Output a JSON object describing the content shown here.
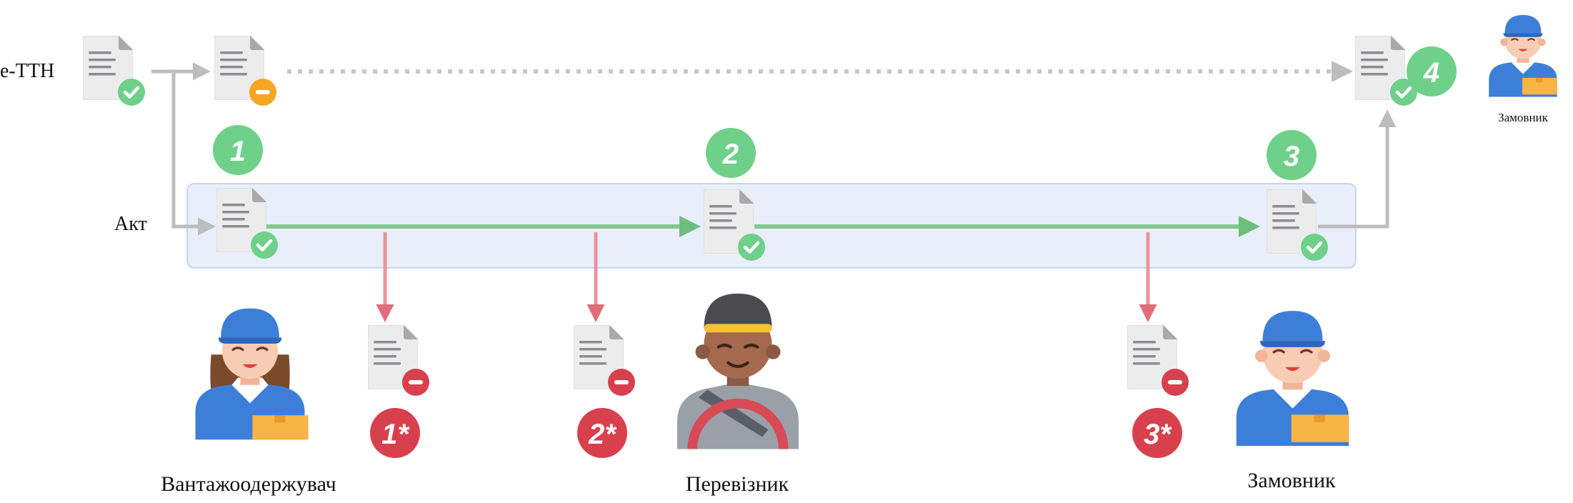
{
  "labels": {
    "ettn": "е-ТТН",
    "act": "Акт",
    "consignee": "Вантажоодержувач",
    "carrier": "Перевізник",
    "customer": "Замовник",
    "customer_small": "Замовник"
  },
  "steps": [
    {
      "label": "1",
      "kind": "ok"
    },
    {
      "label": "2",
      "kind": "ok"
    },
    {
      "label": "3",
      "kind": "ok"
    },
    {
      "label": "4",
      "kind": "ok"
    }
  ],
  "rejections": [
    {
      "label": "1*",
      "kind": "rejected"
    },
    {
      "label": "2*",
      "kind": "rejected"
    },
    {
      "label": "3*",
      "kind": "rejected"
    }
  ],
  "colors": {
    "ok_green": "#6fd08a",
    "reject_red": "#d8404e",
    "pending_orange": "#f5a623",
    "flow_grey": "#bdbdbd",
    "act_flow_green": "#82c98e",
    "reject_arrow": "#e88b93",
    "act_band": "#e8effb",
    "act_band_border": "#b9cbe6"
  },
  "icons": {
    "document": "document-icon",
    "approved": "check-badge-icon",
    "rejected": "minus-badge-icon",
    "pending": "pending-badge-icon"
  }
}
